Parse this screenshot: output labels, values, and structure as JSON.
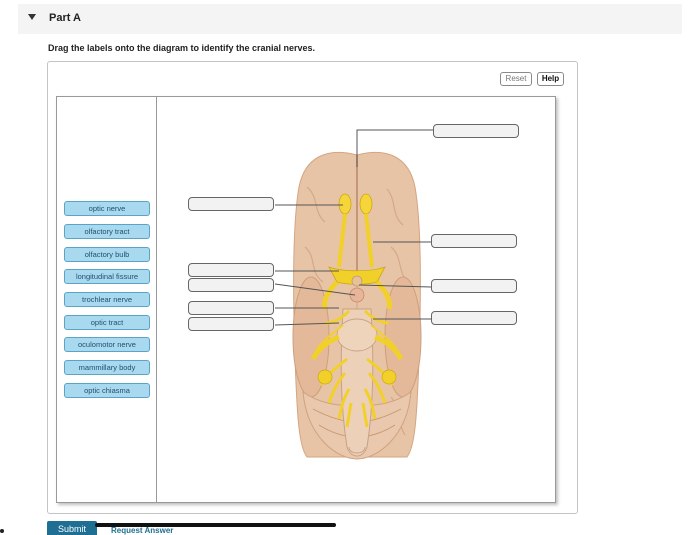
{
  "part": {
    "title": "Part A"
  },
  "instruction": "Drag the labels onto the diagram to identify the cranial nerves.",
  "toolbar": {
    "reset_label": "Reset",
    "help_label": "Help"
  },
  "labels": [
    "optic nerve",
    "olfactory tract",
    "olfactory bulb",
    "longitudinal fissure",
    "trochlear nerve",
    "optic tract",
    "oculomotor nerve",
    "mammillary body",
    "optic chiasma"
  ],
  "footer": {
    "submit_label": "Submit",
    "request_answer_label": "Request Answer"
  },
  "colors": {
    "label_fill": "#a8d9ee",
    "label_border": "#5aa4c8",
    "submit": "#1f6f94",
    "nerve": "#f2d02a",
    "brain": "#e8c4a6"
  }
}
